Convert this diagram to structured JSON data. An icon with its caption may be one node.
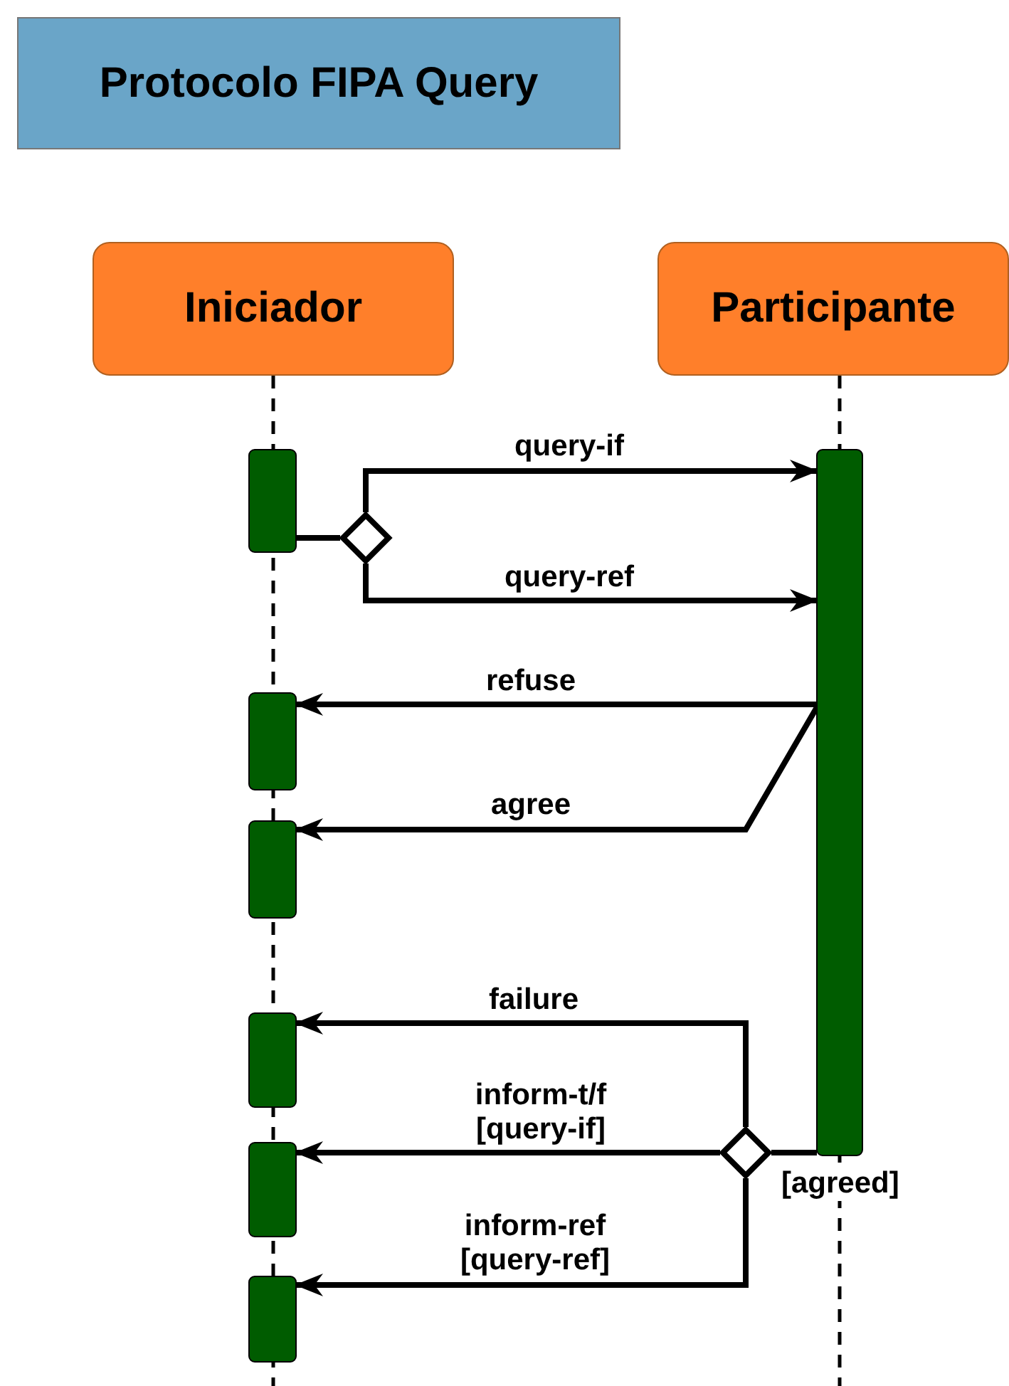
{
  "diagram": {
    "title": "Protocolo FIPA Query",
    "nodes": [
      {
        "text": [
          "Iniciador"
        ]
      },
      {
        "text": [
          "Participante"
        ]
      },
      {
        "text": [],
        "shape": "bar"
      },
      {
        "text": [],
        "shape": "diamond"
      },
      {
        "text": [],
        "shape": "bar"
      },
      {
        "text": [],
        "shape": "bar"
      },
      {
        "text": [],
        "shape": "bar"
      },
      {
        "text": [],
        "shape": "bar"
      },
      {
        "text": [],
        "shape": "bar"
      },
      {
        "text": [],
        "shape": "bar"
      },
      {
        "text": [],
        "shape": "diamond"
      }
    ],
    "edges": [
      {
        "from": 0,
        "to": null,
        "arrow": "none",
        "style": "dashed"
      },
      {
        "from": 1,
        "to": null,
        "arrow": "none",
        "style": "dashed"
      },
      {
        "from": 2,
        "to": 3,
        "arrow": "none"
      },
      {
        "from": 3,
        "to": 4,
        "arrow": "to",
        "label": "query-if"
      },
      {
        "from": 3,
        "to": 4,
        "arrow": "to",
        "label": "query-ref"
      },
      {
        "from": 4,
        "to": 5,
        "arrow": "to",
        "label": "refuse"
      },
      {
        "from": 4,
        "to": 6,
        "arrow": "to",
        "label": "agree"
      },
      {
        "from": 4,
        "to": 10,
        "arrow": "none"
      },
      {
        "from": 10,
        "to": 7,
        "arrow": "to",
        "label": "failure"
      },
      {
        "from": 10,
        "to": 8,
        "arrow": "to",
        "label": "inform-t/f [query-if]"
      },
      {
        "from": 10,
        "to": 9,
        "arrow": "to",
        "label": "inform-ref [query-ref]"
      }
    ],
    "labels": [
      "[agreed]"
    ]
  }
}
